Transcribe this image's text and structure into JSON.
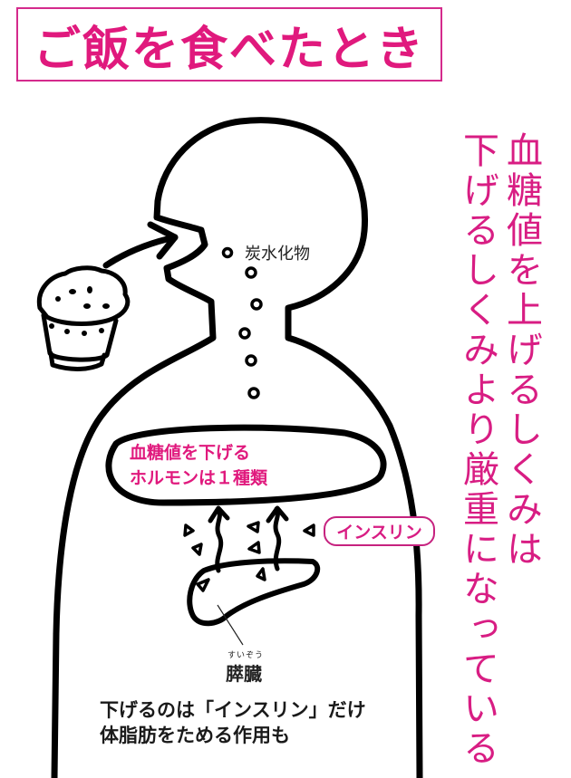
{
  "title": "ご飯を食べたとき",
  "side_caption": {
    "column_1": "血糖値を上げるしくみは",
    "column_2": "下げるしくみより厳重になっている"
  },
  "diagram": {
    "carbohydrate_label": "炭水化物",
    "hormone_box": {
      "line_1": "血糖値を下げる",
      "line_2": "ホルモンは１種類"
    },
    "insulin_label": "インスリン",
    "pancreas_ruby": "すいぞう",
    "pancreas_label": "膵臓"
  },
  "note": {
    "line_1": "下げるのは「インスリン」だけ",
    "line_2": "体脂肪をためる作用も"
  },
  "colors": {
    "accent_pink": "#e0197d",
    "outline_black": "#000000",
    "text_dark": "#1a1a1a"
  }
}
